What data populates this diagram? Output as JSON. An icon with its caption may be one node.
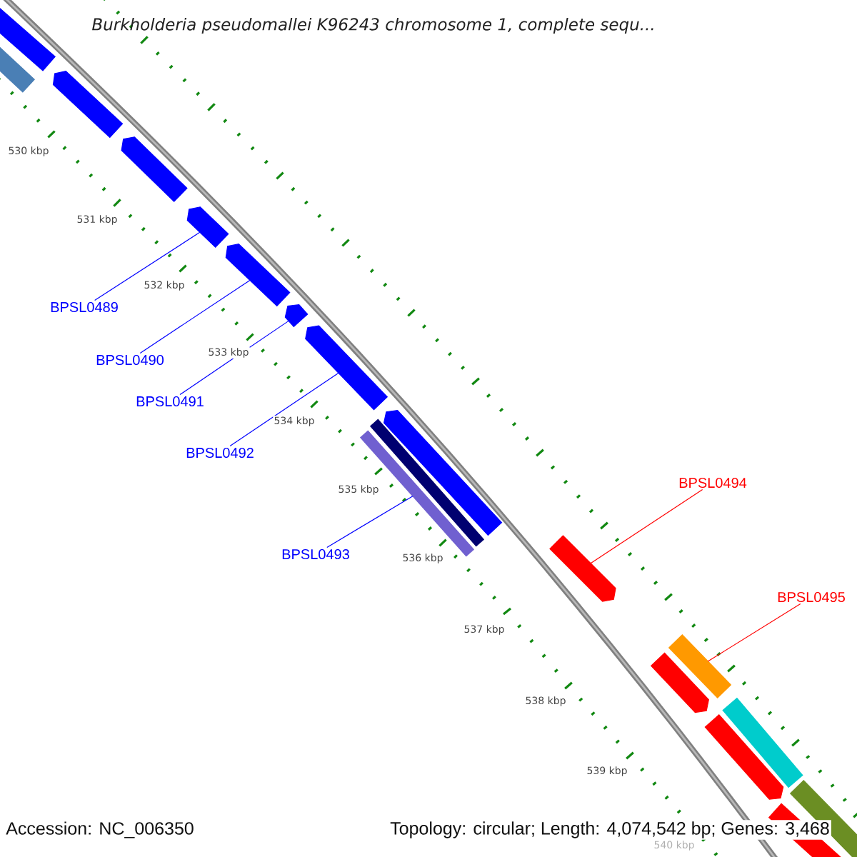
{
  "diagram": {
    "title": "Burkholderia pseudomallei K96243 chromosome 1, complete sequ...",
    "nodes": [
      {
        "text": [
          "BPSL0489"
        ]
      },
      {
        "text": [
          "BPSL0490"
        ]
      },
      {
        "text": [
          "BPSL0491"
        ]
      },
      {
        "text": [
          "BPSL0492"
        ]
      },
      {
        "text": [
          "BPSL0493"
        ]
      },
      {
        "text": [
          "BPSL0494"
        ]
      },
      {
        "text": [
          "BPSL0495"
        ]
      },
      {
        "text": [],
        "shape": "bar"
      },
      {
        "text": [],
        "shape": "bar"
      },
      {
        "text": [],
        "shape": "bar"
      },
      {
        "text": [],
        "shape": "bar"
      },
      {
        "text": [],
        "shape": "bar"
      },
      {
        "text": [],
        "shape": "bar"
      },
      {
        "text": [],
        "shape": "bar"
      },
      {
        "text": [],
        "shape": "bar"
      },
      {
        "text": [],
        "shape": "bar"
      },
      {
        "text": [],
        "shape": "bar"
      },
      {
        "text": [],
        "shape": "bar"
      },
      {
        "text": [],
        "shape": "bar"
      },
      {
        "text": [],
        "shape": "bar"
      },
      {
        "text": [],
        "shape": "bar"
      },
      {
        "text": [],
        "shape": "bar"
      },
      {
        "text": [],
        "shape": "bar"
      },
      {
        "text": [],
        "shape": "bar"
      },
      {
        "text": [],
        "shape": "bar"
      }
    ],
    "edges": [
      {
        "from": 0,
        "to": 11,
        "arrow": "none"
      },
      {
        "from": 1,
        "to": 12,
        "arrow": "none"
      },
      {
        "from": 2,
        "to": 13,
        "arrow": "none"
      },
      {
        "from": 3,
        "to": 14,
        "arrow": "none"
      },
      {
        "from": 4,
        "to": 17,
        "arrow": "none"
      },
      {
        "from": 5,
        "to": 18,
        "arrow": "none",
        "color": "#ff0000"
      },
      {
        "from": 6,
        "to": 19,
        "arrow": "none",
        "color": "#ff0000"
      }
    ],
    "labels": [
      "530 kbp",
      "531 kbp",
      "532 kbp",
      "533 kbp",
      "534 kbp",
      "535 kbp",
      "536 kbp",
      "537 kbp",
      "538 kbp",
      "539 kbp",
      "540 kbp",
      "Accession: NC_006350",
      "Topology: circular; Length: 4,074,542 bp; Genes: 3,468"
    ]
  }
}
